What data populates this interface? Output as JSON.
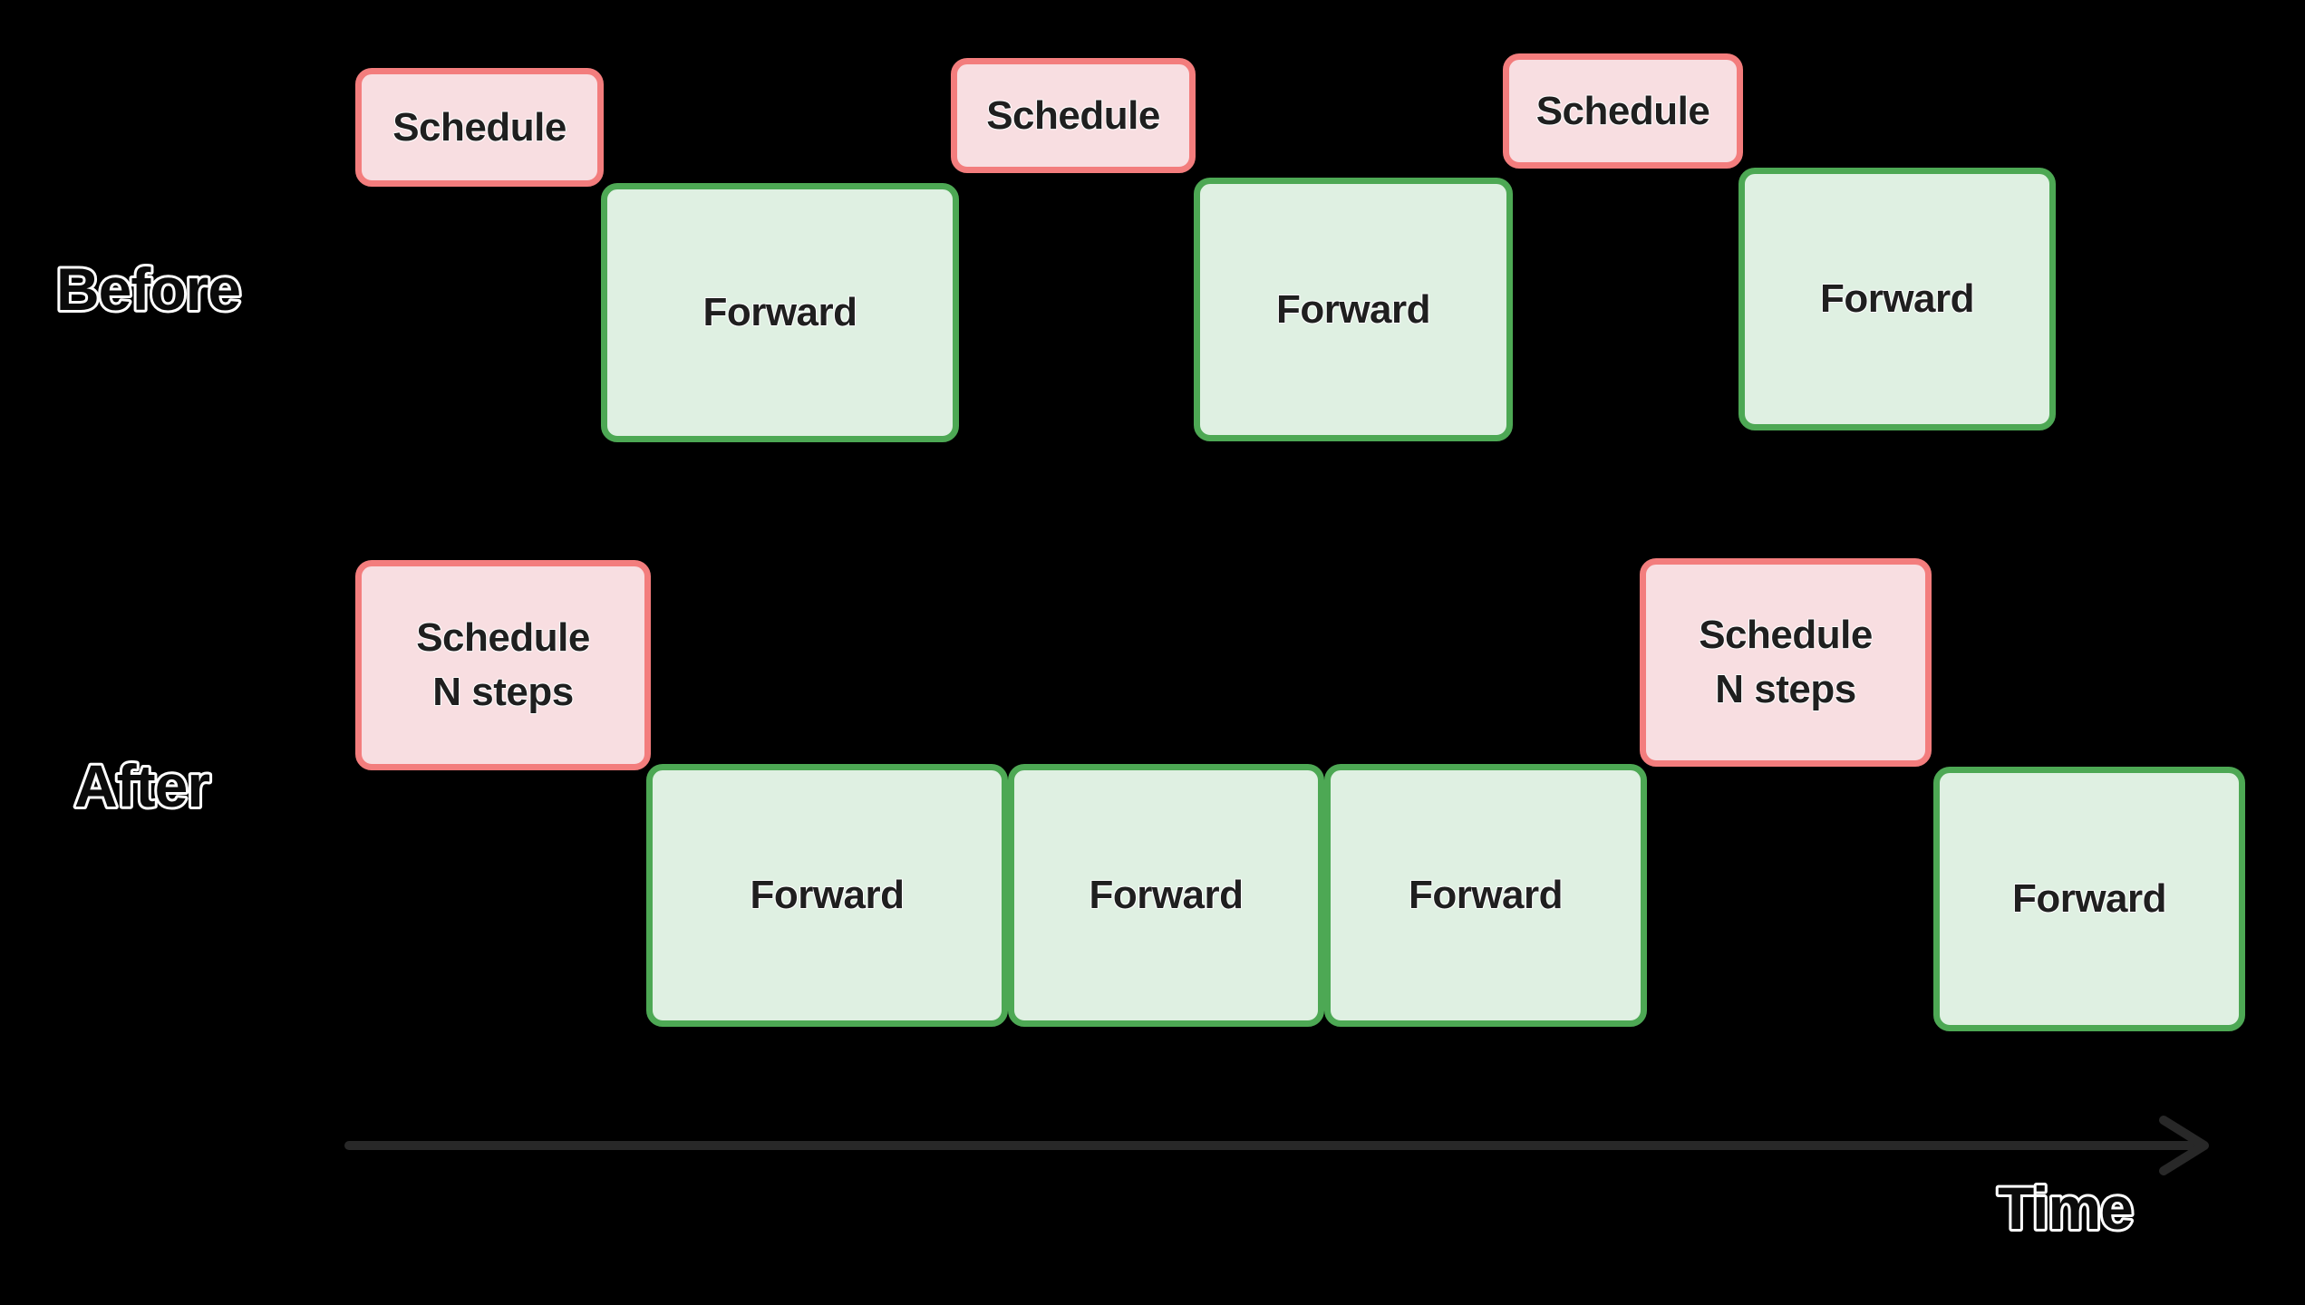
{
  "labels": {
    "before": "Before",
    "after": "After",
    "time": "Time"
  },
  "before": {
    "items": [
      {
        "kind": "schedule",
        "label": "Schedule"
      },
      {
        "kind": "forward",
        "label": "Forward"
      },
      {
        "kind": "schedule",
        "label": "Schedule"
      },
      {
        "kind": "forward",
        "label": "Forward"
      },
      {
        "kind": "schedule",
        "label": "Schedule"
      },
      {
        "kind": "forward",
        "label": "Forward"
      }
    ]
  },
  "after": {
    "items": [
      {
        "kind": "schedule",
        "line1": "Schedule",
        "line2": "N steps"
      },
      {
        "kind": "forward",
        "label": "Forward"
      },
      {
        "kind": "forward",
        "label": "Forward"
      },
      {
        "kind": "forward",
        "label": "Forward"
      },
      {
        "kind": "schedule",
        "line1": "Schedule",
        "line2": "N steps"
      },
      {
        "kind": "forward",
        "label": "Forward"
      }
    ]
  },
  "axis": {
    "label": "Time"
  },
  "colors": {
    "background": "#000000",
    "schedule_border": "#f37d7d",
    "schedule_fill": "#f8dee1",
    "forward_border": "#4da854",
    "forward_fill": "#dff0e2",
    "box_text": "#1f1f1f",
    "outline_text_fill": "#0b0b0b",
    "outline_text_stroke": "#ffffff",
    "axis_arrow": "#282828"
  }
}
